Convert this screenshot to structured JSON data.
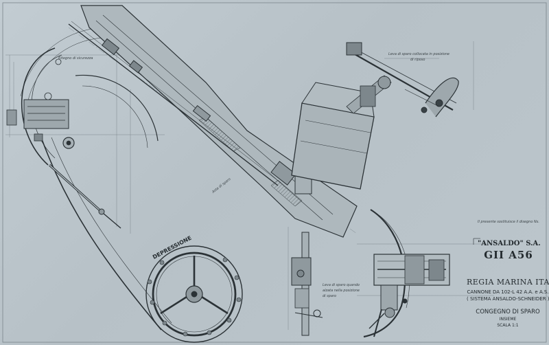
{
  "title_block": {
    "company": "\"ANSALDO\" S.A.",
    "drawing_number": "GII A56",
    "client": "REGIA MARINA ITALIANA",
    "subject_line1": "CANNONE DA 102-L 42 A.A. e A.S.",
    "subject_line2": "( SISTEMA ANSALDO-SCHNEIDER )",
    "assembly": "CONGEGNO DI SPARO",
    "assembly_sub": "INSIEME",
    "scale": "SCALA 1:1"
  },
  "handwheel_label": "DEPRESSIONE",
  "marginal_notes": {
    "sheet_note": "Il presente sostituisce il disegno Ns.",
    "top_note_1": "Leva di sparo collocata in posizione",
    "top_note_2": "di riposo",
    "rod_note": "Asta di sparo",
    "left_note": "Ritegno di sicurezza",
    "lower_note_1": "Leva di sparo quando",
    "lower_note_2": "alzata nella posizione",
    "lower_note_3": "di sparo"
  },
  "colors": {
    "paper": "#bcc6cc",
    "ink": "#2b3236",
    "shade": "#7d878c"
  }
}
